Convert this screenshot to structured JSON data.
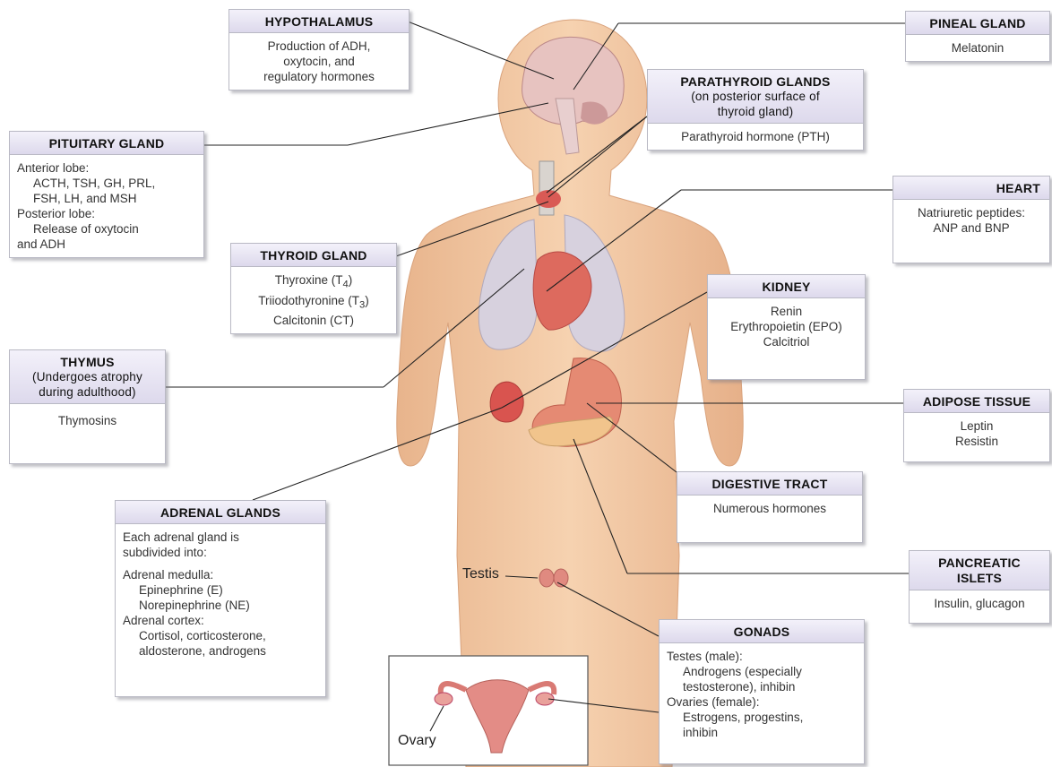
{
  "hypothalamus": {
    "title": "HYPOTHALAMUS",
    "lines": [
      "Production of ADH,",
      "oxytocin, and",
      "regulatory hormones"
    ]
  },
  "pineal": {
    "title": "PINEAL GLAND",
    "lines": [
      "Melatonin"
    ]
  },
  "pituitary": {
    "title": "PITUITARY GLAND",
    "lines": [
      "Anterior lobe:",
      "ACTH, TSH, GH, PRL,",
      "FSH, LH, and MSH",
      "Posterior lobe:",
      "Release of oxytocin",
      "and ADH"
    ]
  },
  "parathyroid": {
    "title": "PARATHYROID GLANDS",
    "subtitle_lines": [
      "(on posterior surface of",
      "thyroid gland)"
    ],
    "lines": [
      "Parathyroid hormone (PTH)"
    ]
  },
  "heart": {
    "title": "HEART",
    "lines": [
      "Natriuretic peptides:",
      "ANP and BNP"
    ]
  },
  "thyroid": {
    "title": "THYROID GLAND",
    "lines": [
      "Thyroxine (T",
      "Triiodothyronine (T",
      "Calcitonin (CT)"
    ],
    "subs": [
      "4",
      "3"
    ]
  },
  "kidney": {
    "title": "KIDNEY",
    "lines": [
      "Renin",
      "Erythropoietin (EPO)",
      "Calcitriol"
    ]
  },
  "thymus": {
    "title": "THYMUS",
    "subtitle_lines": [
      "(Undergoes atrophy",
      "during adulthood)"
    ],
    "lines": [
      "Thymosins"
    ]
  },
  "adipose": {
    "title": "ADIPOSE TISSUE",
    "lines": [
      "Leptin",
      "Resistin"
    ]
  },
  "digestive": {
    "title": "DIGESTIVE TRACT",
    "lines": [
      "Numerous hormones"
    ]
  },
  "adrenal": {
    "title": "ADRENAL GLANDS",
    "lines": [
      "Each adrenal gland is",
      "subdivided into:",
      "Adrenal medulla:",
      "Epinephrine (E)",
      "Norepinephrine (NE)",
      "Adrenal cortex:",
      "Cortisol, corticosterone,",
      "aldosterone, androgens"
    ]
  },
  "pancreatic": {
    "title_lines": [
      "PANCREATIC",
      "ISLETS"
    ],
    "lines": [
      "Insulin, glucagon"
    ]
  },
  "gonads": {
    "title": "GONADS",
    "lines": [
      "Testes (male):",
      "Androgens (especially",
      "testosterone), inhibin",
      "Ovaries (female):",
      "Estrogens, progestins,",
      "inhibin"
    ]
  },
  "labels": {
    "testis": "Testis",
    "ovary": "Ovary"
  },
  "colors": {
    "header_bg": "#ddd9ec",
    "box_border": "#b9b9c4",
    "skin": "#f2c9a3",
    "leader": "#222222",
    "organ": "#d9544f",
    "lung": "#d7d1de"
  }
}
